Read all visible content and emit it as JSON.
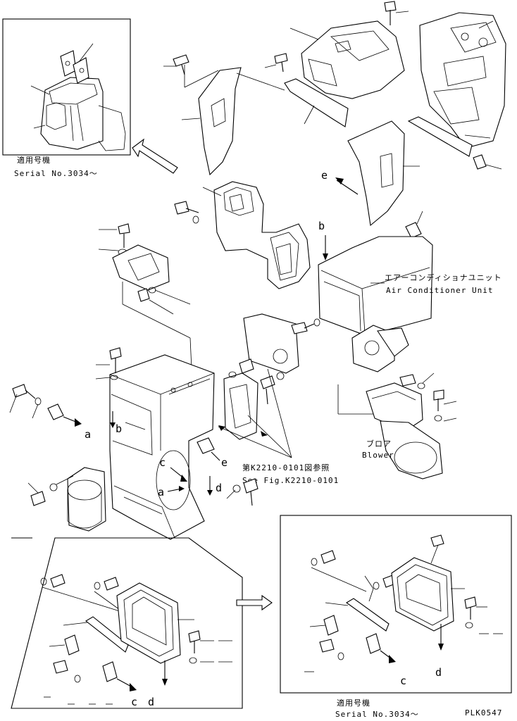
{
  "captions": {
    "inset_top_applicable": "適用号機",
    "inset_top_serial": "Serial No.3034～",
    "aircon_jp": "エアーコンディショナユニット",
    "aircon_en": "Air Conditioner Unit",
    "ref_jp": "第K2210-0101図参照",
    "ref_en": "See Fig.K2210-0101",
    "blower_jp": "ブロア",
    "blower_en": "Blower",
    "inset_bottom_applicable": "適用号機",
    "inset_bottom_serial": "Serial No.3034～",
    "drawing_no": "PLK0547"
  },
  "letters": {
    "a": "a",
    "b": "b",
    "c": "c",
    "d": "d",
    "e": "e"
  }
}
